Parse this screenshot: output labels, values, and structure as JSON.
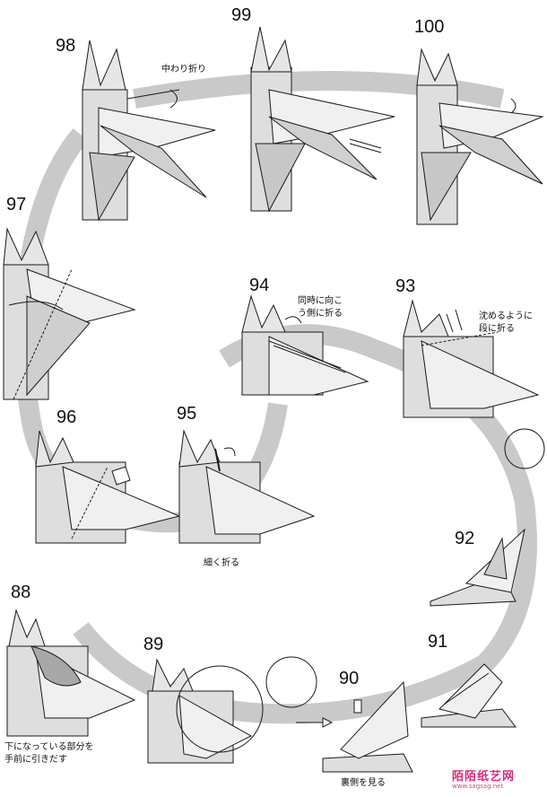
{
  "steps": {
    "s88": "88",
    "s89": "89",
    "s90": "90",
    "s91": "91",
    "s92": "92",
    "s93": "93",
    "s94": "94",
    "s95": "95",
    "s96": "96",
    "s97": "97",
    "s98": "98",
    "s99": "99",
    "s100": "100"
  },
  "notes": {
    "inside_reverse_fold": "中わり折り",
    "fold_behind_together": "同時に向こ\nう側に折る",
    "sink_fold": "沈めるように\n段に折る",
    "fold_thin": "細く折る",
    "pull_out_layer": "下になっている部分を\n手前に引きだす",
    "look_back": "裏側を見る"
  },
  "watermark": {
    "title": "陌陌纸艺网",
    "url": "www.sagsag.net"
  },
  "colors": {
    "band": "#c6c6c6",
    "paper_light": "#ececec",
    "paper_mid": "#d4d4d4",
    "paper_dark": "#b0b0b0",
    "line": "#1a1a1a",
    "watermark": "#e0287a"
  }
}
